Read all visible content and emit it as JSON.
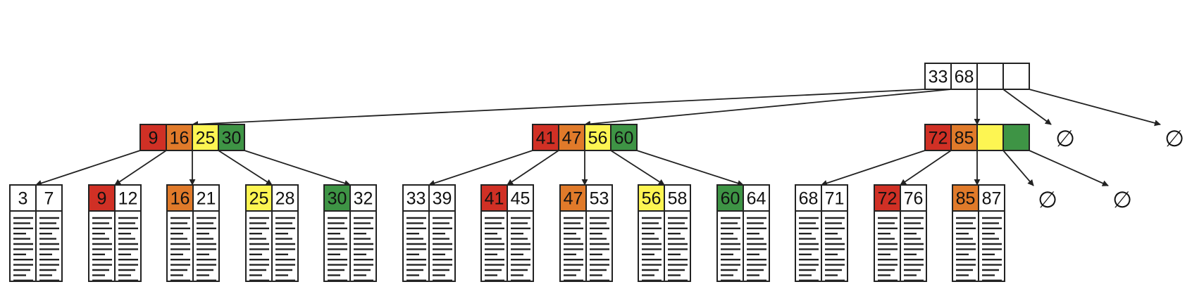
{
  "colors": {
    "red": "#d03025",
    "orange": "#e07a2a",
    "yellow": "#fdf552",
    "green": "#3e9445",
    "white": "#ffffff",
    "stroke": "#222222"
  },
  "null_symbol": "∅",
  "root": {
    "keys": [
      {
        "label": "33",
        "color": "white"
      },
      {
        "label": "68",
        "color": "white"
      },
      {
        "label": "",
        "color": "white"
      },
      {
        "label": "",
        "color": "white"
      }
    ]
  },
  "internal_nodes": [
    {
      "keys": [
        {
          "label": "9",
          "color": "red"
        },
        {
          "label": "16",
          "color": "orange"
        },
        {
          "label": "25",
          "color": "yellow"
        },
        {
          "label": "30",
          "color": "green"
        }
      ]
    },
    {
      "keys": [
        {
          "label": "41",
          "color": "red"
        },
        {
          "label": "47",
          "color": "orange"
        },
        {
          "label": "56",
          "color": "yellow"
        },
        {
          "label": "60",
          "color": "green"
        }
      ]
    },
    {
      "keys": [
        {
          "label": "72",
          "color": "red"
        },
        {
          "label": "85",
          "color": "orange"
        },
        {
          "label": "",
          "color": "yellow"
        },
        {
          "label": "",
          "color": "green"
        }
      ]
    }
  ],
  "leaves": [
    {
      "keys": [
        {
          "label": "3",
          "color": "white"
        },
        {
          "label": "7",
          "color": "white"
        }
      ]
    },
    {
      "keys": [
        {
          "label": "9",
          "color": "red"
        },
        {
          "label": "12",
          "color": "white"
        }
      ]
    },
    {
      "keys": [
        {
          "label": "16",
          "color": "orange"
        },
        {
          "label": "21",
          "color": "white"
        }
      ]
    },
    {
      "keys": [
        {
          "label": "25",
          "color": "yellow"
        },
        {
          "label": "28",
          "color": "white"
        }
      ]
    },
    {
      "keys": [
        {
          "label": "30",
          "color": "green"
        },
        {
          "label": "32",
          "color": "white"
        }
      ]
    },
    {
      "keys": [
        {
          "label": "33",
          "color": "white"
        },
        {
          "label": "39",
          "color": "white"
        }
      ]
    },
    {
      "keys": [
        {
          "label": "41",
          "color": "red"
        },
        {
          "label": "45",
          "color": "white"
        }
      ]
    },
    {
      "keys": [
        {
          "label": "47",
          "color": "orange"
        },
        {
          "label": "53",
          "color": "white"
        }
      ]
    },
    {
      "keys": [
        {
          "label": "56",
          "color": "yellow"
        },
        {
          "label": "58",
          "color": "white"
        }
      ]
    },
    {
      "keys": [
        {
          "label": "60",
          "color": "green"
        },
        {
          "label": "64",
          "color": "white"
        }
      ]
    },
    {
      "keys": [
        {
          "label": "68",
          "color": "white"
        },
        {
          "label": "71",
          "color": "white"
        }
      ]
    },
    {
      "keys": [
        {
          "label": "72",
          "color": "red"
        },
        {
          "label": "76",
          "color": "white"
        }
      ]
    },
    {
      "keys": [
        {
          "label": "85",
          "color": "orange"
        },
        {
          "label": "87",
          "color": "white"
        }
      ]
    }
  ],
  "edges": {
    "root_children": [
      "internal-0",
      "internal-1",
      "internal-2",
      "null",
      "null"
    ],
    "internal_children": [
      [
        "leaf-0",
        "leaf-1",
        "leaf-2",
        "leaf-3",
        "leaf-4"
      ],
      [
        "leaf-5",
        "leaf-6",
        "leaf-7",
        "leaf-8",
        "leaf-9"
      ],
      [
        "leaf-10",
        "leaf-11",
        "leaf-12",
        "null",
        "null"
      ]
    ]
  }
}
